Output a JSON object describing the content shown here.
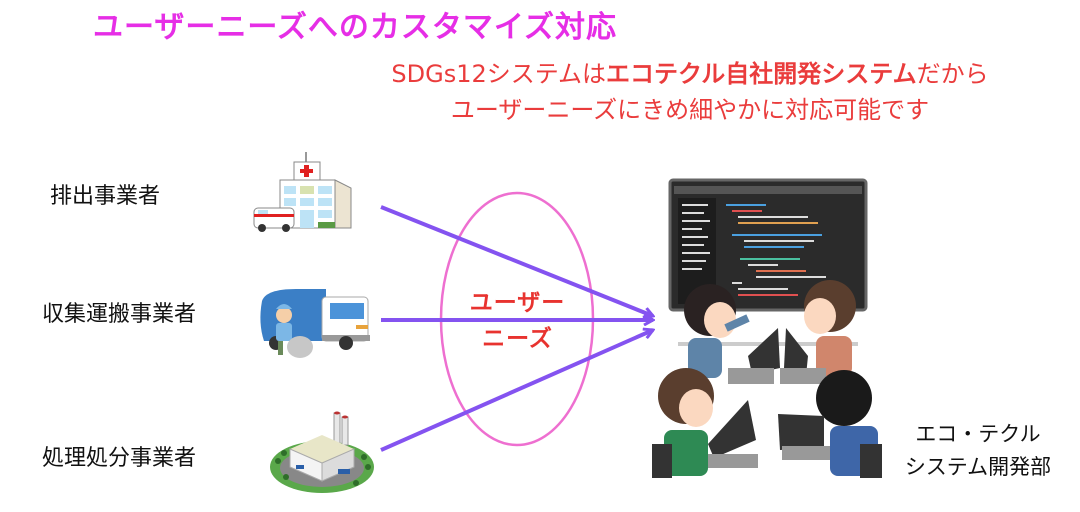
{
  "header": {
    "title": "ユーザーニーズへのカスタマイズ対応",
    "title_color": "#e62ee6"
  },
  "subtitle": {
    "line1_prefix": "SDGs12システムは",
    "line1_bold": "エコテクル自社開発システム",
    "line1_suffix": "だから",
    "line2": "ユーザーニーズにきめ細やかに対応可能です",
    "color": "#ea3c3c"
  },
  "actors": [
    {
      "label": "排出事業者",
      "icon": "hospital-ambulance-icon"
    },
    {
      "label": "収集運搬事業者",
      "icon": "garbage-truck-worker-icon"
    },
    {
      "label": "処理処分事業者",
      "icon": "waste-treatment-plant-icon"
    }
  ],
  "center": {
    "label_line1": "ユーザー",
    "label_line2": "ニーズ",
    "ellipse_color": "#ee6fd0",
    "arrow_color": "#8453f0",
    "label_color": "#e8332f"
  },
  "developer": {
    "icon": "developer-team-icon",
    "label_line1": "エコ・テクル",
    "label_line2": "システム開発部"
  }
}
